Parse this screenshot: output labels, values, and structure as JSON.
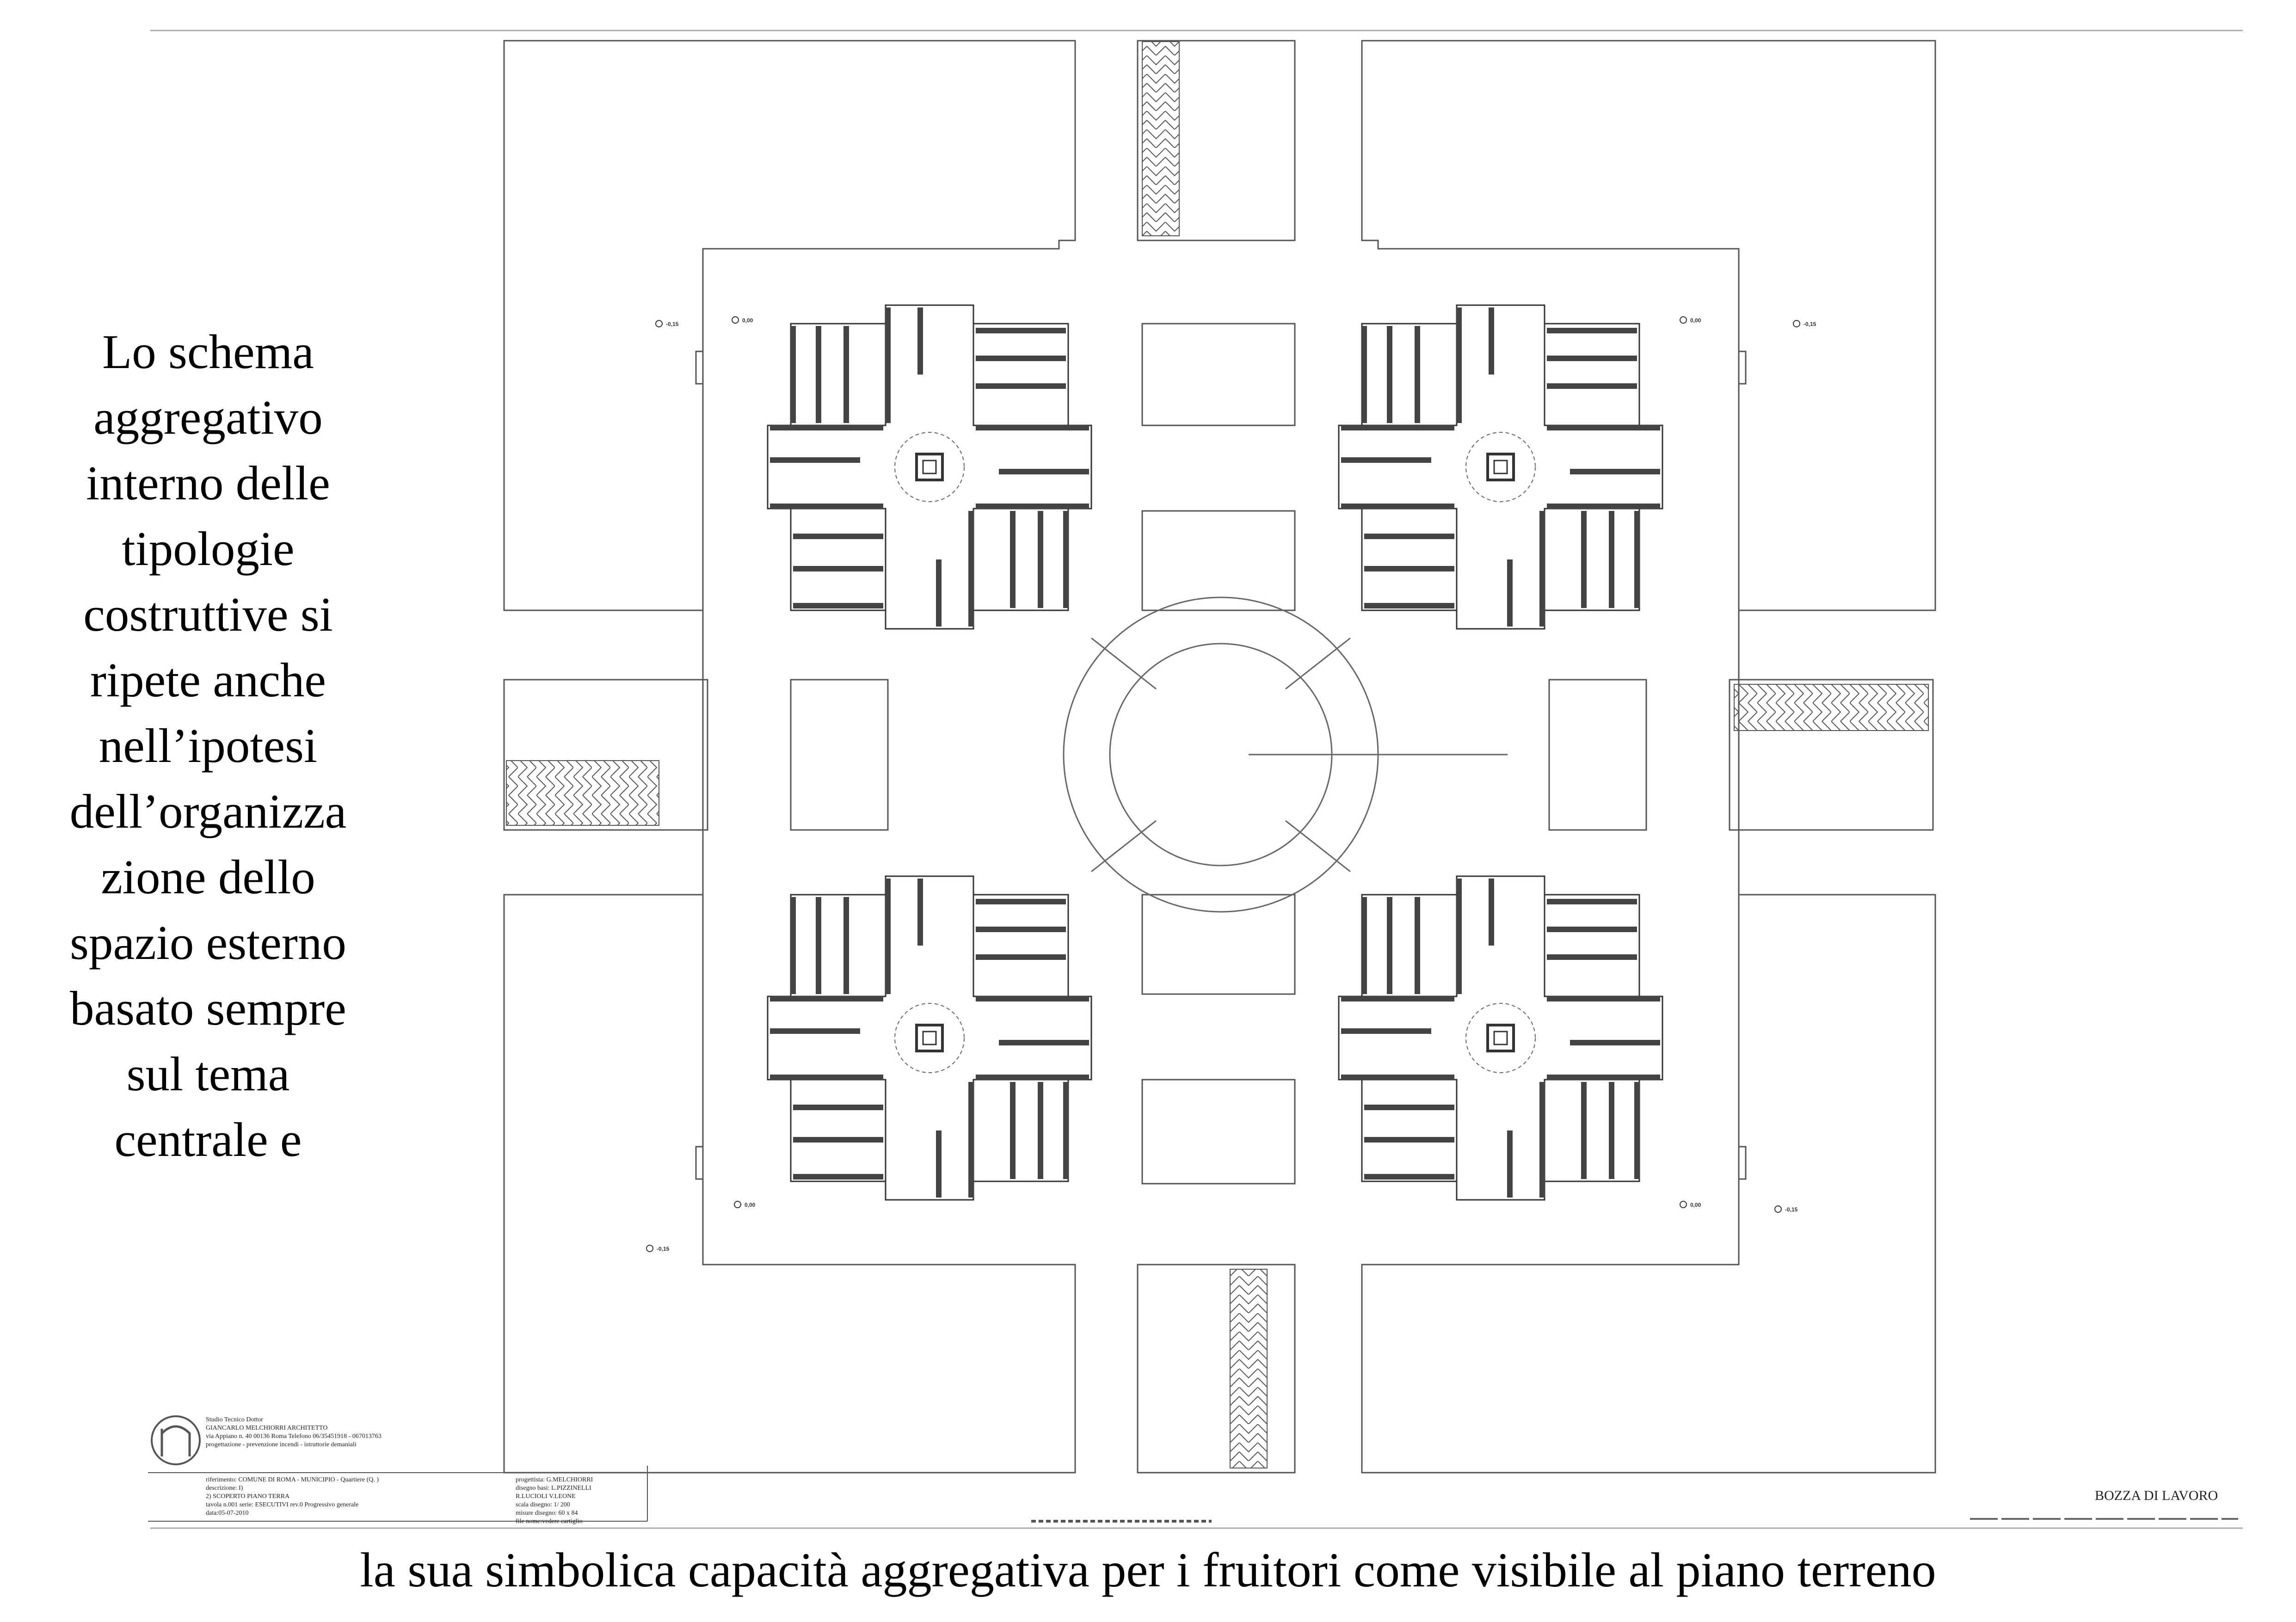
{
  "side_text": "Lo schema\naggregativo\ninterno delle\ntipologie\ncostruttive si\nripete anche\nnell’ipotesi\ndell’organizza\nzione dello\nspazio esterno\nbasato sempre\nsul tema\ncentrale e",
  "bottom_caption": "la sua simbolica capacità aggregativa per i fruitori come visibile al piano terreno",
  "draft_label": "BOZZA DI LAVORO",
  "title_block": {
    "studio_line1": "Studio Tecnico Dottor",
    "studio_line2": "GIANCARLO MELCHIORRI ARCHITETTO",
    "studio_line3": "via Appiano n. 40   00136 Roma  Telefono 06/35451918 -  067013763",
    "studio_line4": "progettazione    -    prevenzione incendi    -    istruttorie demaniali",
    "ref_line1": "riferimento: COMUNE DI ROMA - MUNICIPIO      - Quartiere        (Q.   )",
    "ref_line2": "descrizione: I)",
    "ref_line3": "2) SCOPERTO PIANO TERRA",
    "ref_line4": "tavola n.001  serie: ESECUTIVI  rev.0        Progressivo generale",
    "ref_line5": "data:05-07-2010",
    "prog_line1": "progettista: G.MELCHIORRI",
    "prog_line2": "disegno basi: L.PIZZINELLI",
    "prog_line3": "R.LUCIOLI  V.LEONE",
    "prog_line4": "scala disegno: 1/ 200",
    "prog_line5": "misure disegno: 60 x 84",
    "prog_line6": "file nome:vedere cartiglio"
  },
  "level_marks": {
    "l1": "-0,15",
    "l2": "0,00",
    "l3": "0,00",
    "l4": "-0,15",
    "l5": "0,00",
    "l6": "-0,15",
    "l7": "0,00",
    "l8": "-0,15"
  }
}
